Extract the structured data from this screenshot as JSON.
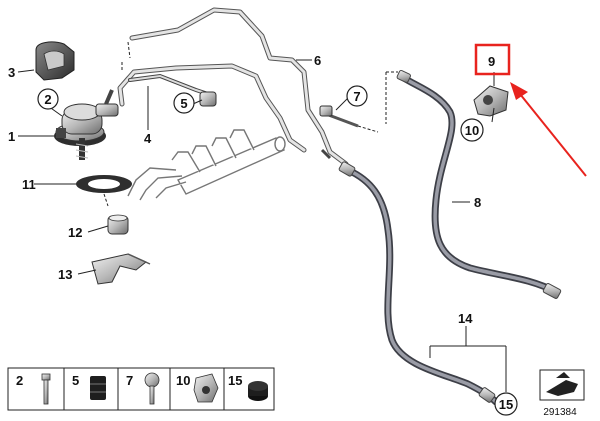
{
  "callouts": {
    "c1": "1",
    "c2": "2",
    "c3": "3",
    "c4": "4",
    "c5": "5",
    "c6": "6",
    "c7": "7",
    "c8": "8",
    "c9": "9",
    "c10": "10",
    "c11": "11",
    "c12": "12",
    "c13": "13",
    "c14": "14",
    "c15": "15"
  },
  "legend": {
    "items": [
      "2",
      "5",
      "7",
      "10",
      "15"
    ]
  },
  "diagram_number": "291384",
  "colors": {
    "highlight_box": "#e8231e",
    "arrow": "#e8231e",
    "hose": "#6b6e78",
    "pipe": "#c9c9c9",
    "line": "#222222"
  },
  "icons": {
    "highlight_arrow": "red-arrow-icon",
    "navigation": "page-arrow-icon"
  }
}
